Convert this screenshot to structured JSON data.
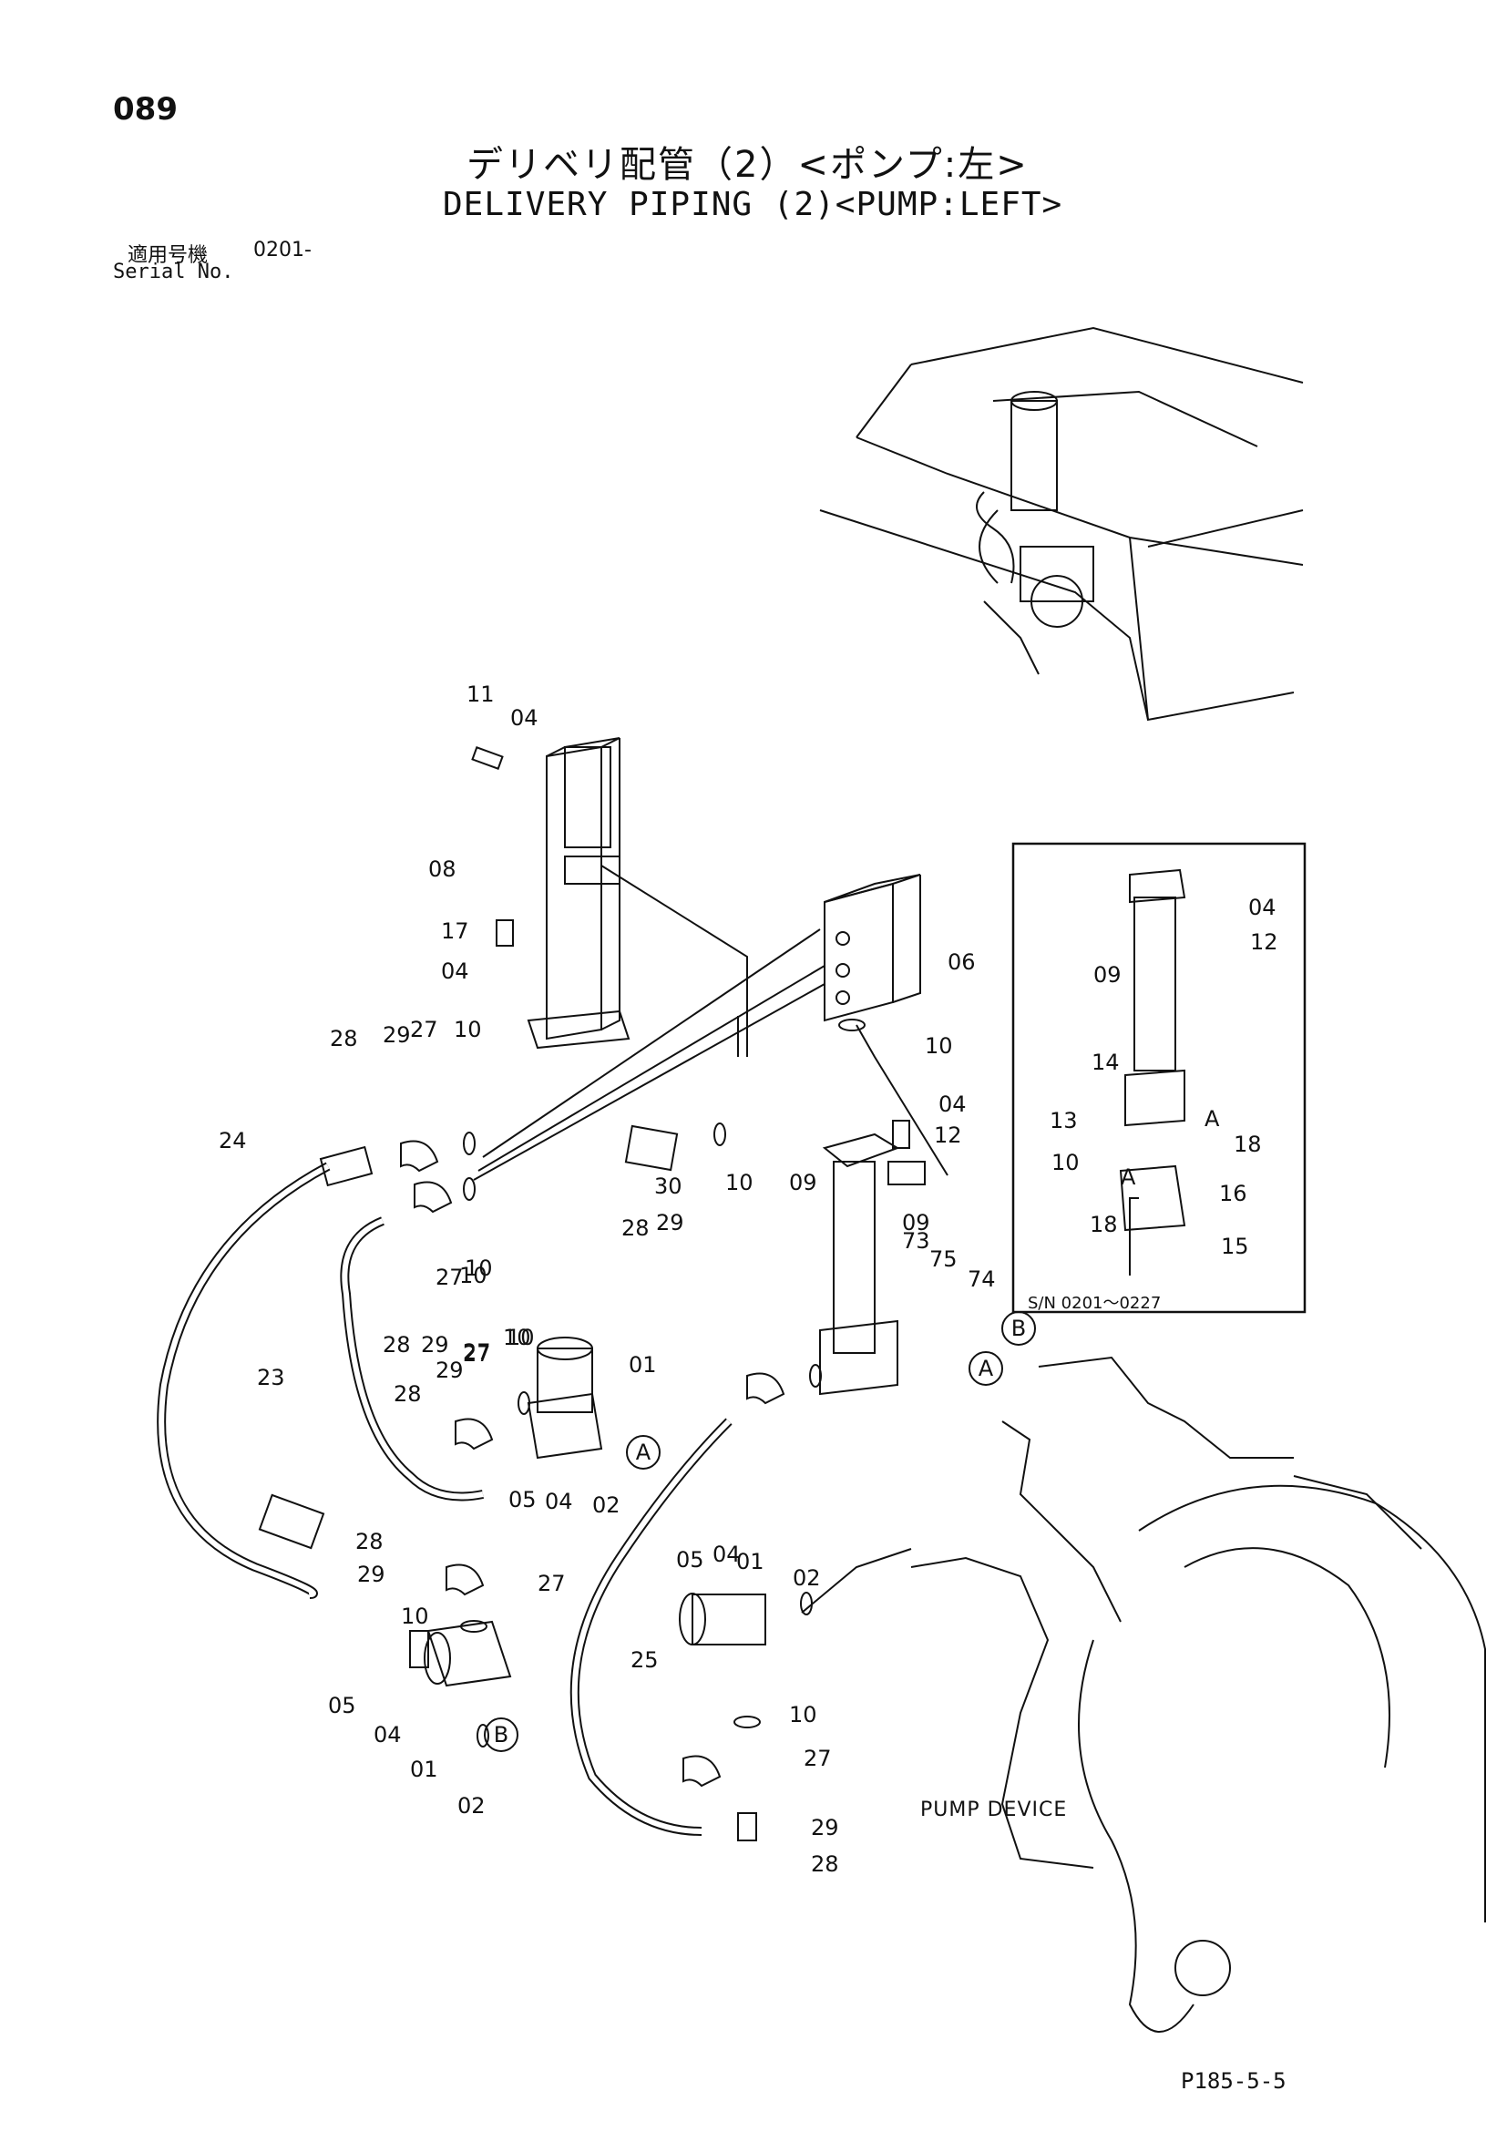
{
  "header": {
    "page_number": "089",
    "title_jp": "デリベリ配管（2）<ポンプ:左>",
    "title_en": "DELIVERY PIPING (2)<PUMP:LEFT>",
    "serial_label_jp": "適用号機",
    "serial_value": "0201-",
    "serial_label_en": "Serial No."
  },
  "labels": {
    "pump_device": "PUMP DEVICE",
    "inset_serial": "S/N 0201～0227",
    "page_code": "P185-5-5"
  },
  "callouts": [
    "11",
    "04",
    "08",
    "17",
    "04",
    "06",
    "10",
    "04",
    "12",
    "09",
    "27",
    "10",
    "29",
    "28",
    "24",
    "10",
    "30",
    "29",
    "28",
    "10",
    "09",
    "73",
    "75",
    "74",
    "27",
    "10",
    "23",
    "28",
    "29",
    "10",
    "27",
    "01",
    "28",
    "29",
    "10",
    "27",
    "02",
    "05",
    "04",
    "28",
    "29",
    "27",
    "10",
    "05",
    "04",
    "01",
    "02",
    "05",
    "04",
    "01",
    "02",
    "25",
    "10",
    "27",
    "29",
    "28",
    "04",
    "12",
    "09",
    "14",
    "13",
    "10",
    "18",
    "A",
    "16",
    "18",
    "15",
    "A"
  ],
  "circle_refs": [
    "A",
    "A",
    "B",
    "B",
    "B"
  ]
}
